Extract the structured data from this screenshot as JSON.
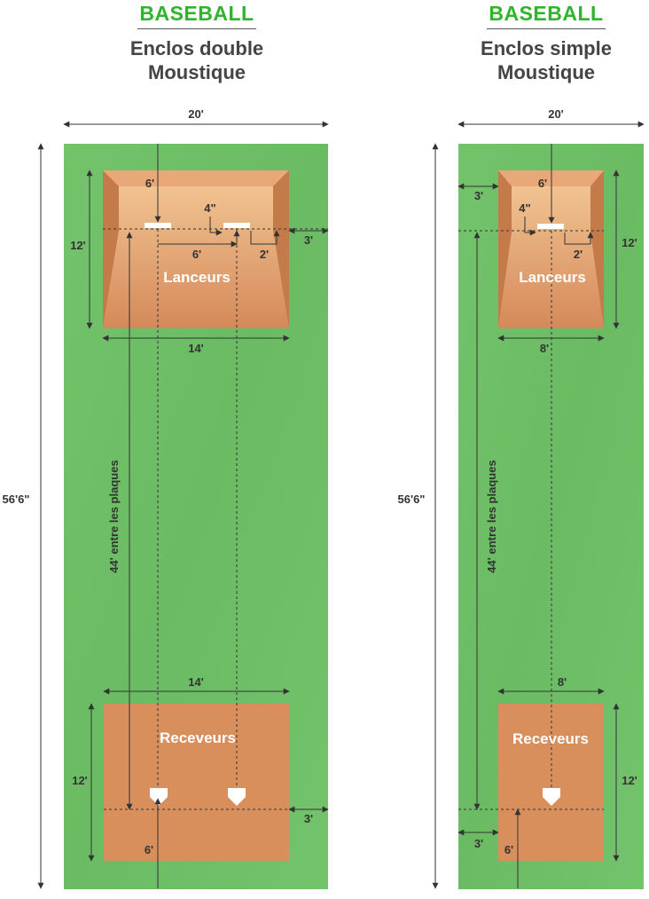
{
  "left": {
    "sport": "BASEBALL",
    "title_line1": "Enclos double",
    "title_line2": "Moustique",
    "width_label": "20'",
    "total_length": "56'6\"",
    "pitch_distance": "44' entre les plaques",
    "mound_label": "Lanceurs",
    "catcher_label": "Receveurs",
    "mound_depth": "12'",
    "mound_width": "14'",
    "rubber_offset": "6'",
    "rubber_spacing": "6'",
    "rubber_gap": "4\"",
    "rubber_to_edge": "2'",
    "side_margin_top": "3'",
    "catcher_width": "14'",
    "catcher_depth": "12'",
    "plate_back": "6'",
    "side_margin_bottom": "3'"
  },
  "right": {
    "sport": "BASEBALL",
    "title_line1": "Enclos simple",
    "title_line2": "Moustique",
    "width_label": "20'",
    "total_length": "56'6\"",
    "pitch_distance": "44' entre les plaques",
    "mound_label": "Lanceurs",
    "catcher_label": "Receveurs",
    "mound_depth": "12'",
    "mound_width": "8'",
    "rubber_offset": "6'",
    "rubber_gap": "4\"",
    "rubber_to_edge": "2'",
    "side_margin_top": "3'",
    "catcher_width": "8'",
    "catcher_depth": "12'",
    "plate_back": "6'",
    "side_margin_bottom": "3'"
  },
  "colors": {
    "turf": "#6fbf68",
    "mound_top": "#f0c08c",
    "mound_base": "#d08650",
    "dirt": "#d88f5c",
    "accent": "#2fb52a",
    "text": "#444444"
  }
}
